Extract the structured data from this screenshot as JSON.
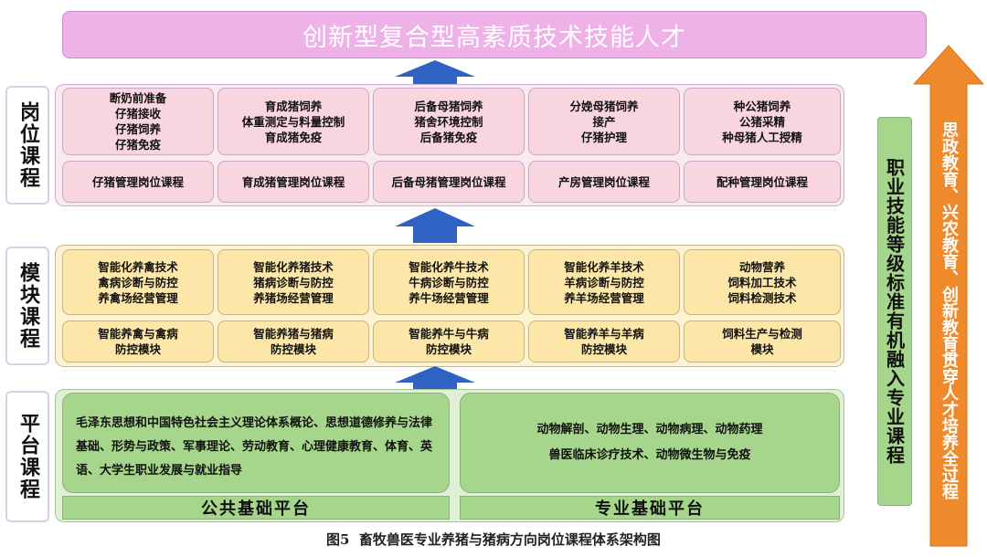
{
  "top_title": "创新型复合型高素质技术技能人才",
  "side_labels": {
    "post": "岗位课程",
    "module": "模块课程",
    "platform": "平台课程"
  },
  "post_courses": {
    "upper": [
      "断奶前准备\n仔猪接收\n仔猪饲养\n仔猪免疫",
      "育成猪饲养\n体重测定与料量控制\n育成猪免疫",
      "后备母猪饲养\n猪舍环境控制\n后备猪免疫",
      "分娩母猪饲养\n接产\n仔猪护理",
      "种公猪饲养\n公猪采精\n种母猪人工授精"
    ],
    "lower": [
      "仔猪管理岗位课程",
      "育成猪管理岗位课程",
      "后备母猪管理岗位课程",
      "产房管理岗位课程",
      "配种管理岗位课程"
    ]
  },
  "module_courses": {
    "upper": [
      "智能化养禽技术\n禽病诊断与防控\n养禽场经营管理",
      "智能化养猪技术\n猪病诊断与防控\n养猪场经营管理",
      "智能化养牛技术\n牛病诊断与防控\n养牛场经营管理",
      "智能化养羊技术\n羊病诊断与防控\n养羊场经营管理",
      "动物营养\n饲料加工技术\n饲料检测技术"
    ],
    "lower": [
      "智能养禽与禽病\n防控模块",
      "智能养猪与猪病\n防控模块",
      "智能养牛与牛病\n防控模块",
      "智能养羊与羊病\n防控模块",
      "饲料生产与检测\n模块"
    ]
  },
  "platform": {
    "public_content": "毛泽东思想和中国特色社会主义理论体系概论、思想道德修养与法律基础、形势与政策、军事理论、劳动教育、心理健康教育、体育、英语、大学生职业发展与就业指导",
    "public_label": "公共基础平台",
    "professional_content": "动物解剖、动物生理、动物病理、动物药理\n兽医临床诊疗技术、动物微生物与免疫",
    "professional_label": "专业基础平台"
  },
  "right_green_text": "职业技能等级标准有机融入专业课程",
  "right_arrow_text": "思政教育、兴农教育、创新教育贯穿人才培养全过程",
  "caption": "图5  畜牧兽医专业养猪与猪病方向岗位课程体系架构图",
  "colors": {
    "banner": "#eeb1e8",
    "post_bg": "#f9d5df",
    "module_bg": "#fde7a8",
    "platform_bg": "#a6d68b",
    "arrow_blue": "#2f63c3",
    "arrow_orange": "#ef8a2c"
  }
}
